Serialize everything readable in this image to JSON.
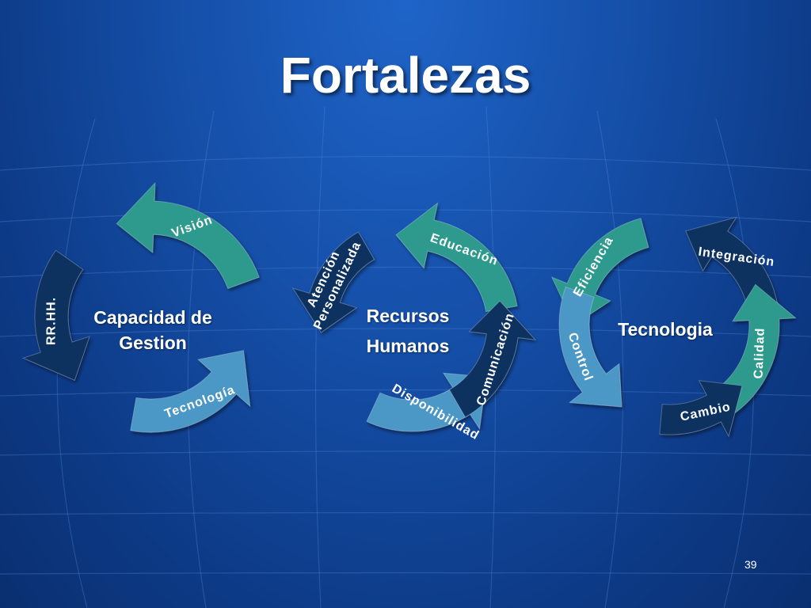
{
  "slide": {
    "title": "Fortalezas",
    "page_number": "39",
    "colors": {
      "background": "#154fa8",
      "teal": "#2e9a8e",
      "light_blue": "#4b98c6",
      "navy": "#0e3060",
      "text": "#ffffff"
    }
  },
  "cycles": [
    {
      "center": [
        "Capacidad de",
        "Gestion"
      ],
      "arrows": [
        {
          "label": "Visión",
          "color": "teal",
          "icon": "curved-arrow-icon"
        },
        {
          "label": "RR.HH.",
          "color": "navy",
          "icon": "curved-arrow-icon"
        },
        {
          "label": "Tecnología",
          "color": "light_blue",
          "icon": "curved-arrow-icon"
        }
      ]
    },
    {
      "center": [
        "Recursos",
        "Humanos"
      ],
      "arrows": [
        {
          "label": "Educación",
          "color": "teal",
          "icon": "curved-arrow-icon"
        },
        {
          "label": "Atención",
          "label2": "Personalizada",
          "color": "navy",
          "icon": "curved-arrow-icon"
        },
        {
          "label": "Disponibilidad",
          "color": "light_blue",
          "icon": "curved-arrow-icon"
        },
        {
          "label": "Comunicación",
          "color": "navy",
          "icon": "curved-arrow-icon"
        }
      ]
    },
    {
      "center": [
        "Tecnologia"
      ],
      "arrows": [
        {
          "label": "Integración",
          "color": "navy",
          "icon": "curved-arrow-icon"
        },
        {
          "label": "Eficiencia",
          "color": "teal",
          "icon": "curved-arrow-icon"
        },
        {
          "label": "Calidad",
          "color": "teal",
          "icon": "curved-arrow-icon"
        },
        {
          "label": "Control",
          "color": "light_blue",
          "icon": "curved-arrow-icon"
        },
        {
          "label": "Cambio",
          "color": "navy",
          "icon": "curved-arrow-icon"
        }
      ]
    }
  ]
}
